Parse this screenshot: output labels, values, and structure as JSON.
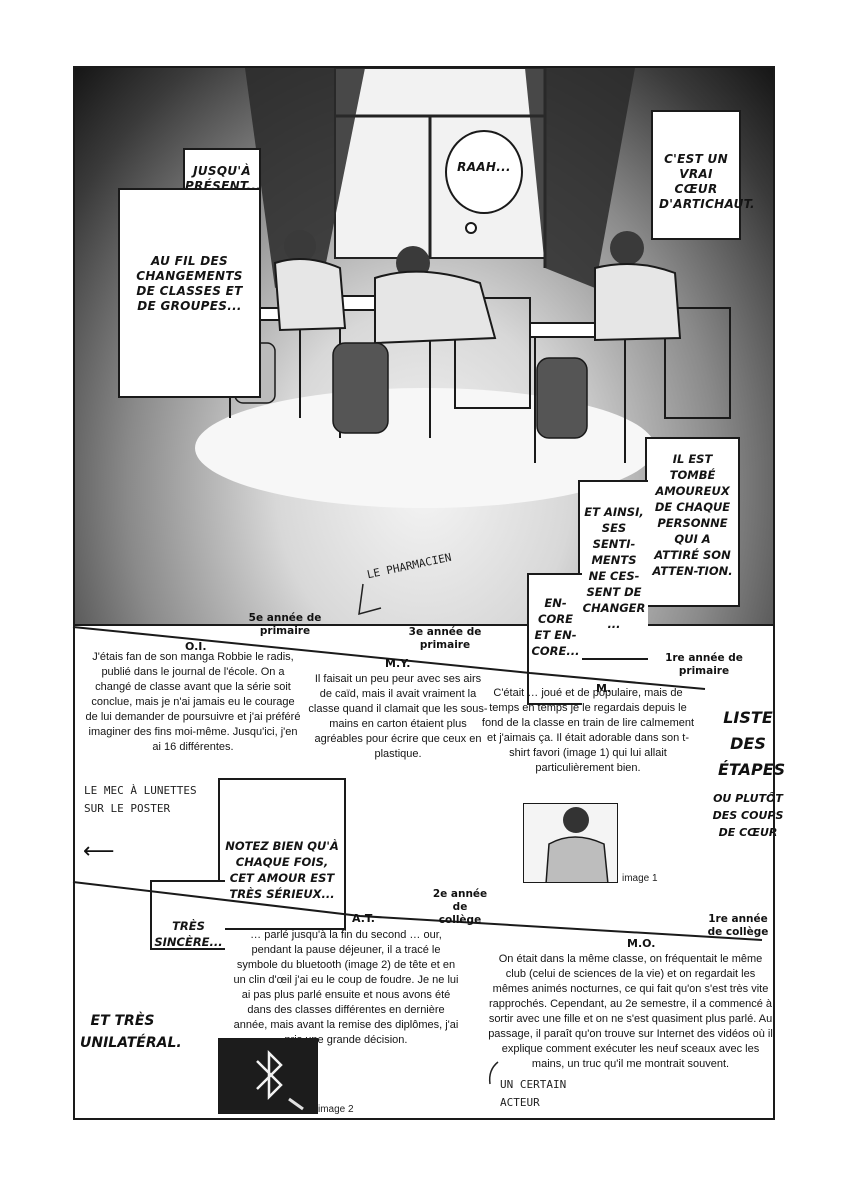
{
  "panel_top": {
    "bubble_raah": "RAAH...",
    "caption_artichaut": "C'EST UN VRAI CŒUR D'ARTICHAUT.",
    "caption_jusqua": "JUSQU'À PRÉSENT...",
    "caption_au_fil": "AU FIL DES CHANGEMENTS DE CLASSES ET DE GROUPES...",
    "caption_tombe": "IL EST TOMBÉ AMOUREUX DE CHAQUE PERSONNE QUI A ATTIRÉ SON ATTEN-TION.",
    "caption_ainsi": "ET AINSI, SES SENTI-MENTS NE CES-SENT DE CHANGER ...",
    "caption_encore": "EN-CORE ET EN-CORE..."
  },
  "note_pharmacien": "LE PHARMACIEN",
  "timeline_upper": {
    "grades": [
      {
        "label": "5e année de primaire"
      },
      {
        "label": "3e année de primaire"
      },
      {
        "label": "1re année de primaire"
      }
    ],
    "entries": [
      {
        "initials": "O.I.",
        "text": "J'étais fan de son manga Robbie le radis, publié dans le journal de l'école. On a changé de classe avant que la série soit conclue, mais je n'ai jamais eu le courage de lui demander de poursuivre et j'ai préféré imaginer des fins moi-même. Jusqu'ici, j'en ai 16 différentes."
      },
      {
        "initials": "M.Y.",
        "text": "Il faisait un peu peur avec ses airs de caïd, mais il avait vraiment la classe quand il clamait que les sous-mains en carton étaient plus agréables pour écrire que ceux en plastique."
      },
      {
        "initials": "M.",
        "text": "C'était … joué et de populaire, mais de temps en temps je le regardais depuis le fond de la classe en train de lire calmement et j'aimais ça. Il était adorable dans son t-shirt favori (image 1) qui lui allait particulièrement bien."
      }
    ]
  },
  "image1_caption": "image 1",
  "note_lunettes": "LE MEC À LUNETTES SUR LE POSTER",
  "caption_notez": "NOTEZ BIEN QU'À CHAQUE FOIS, CET AMOUR EST TRÈS SÉRIEUX...",
  "caption_sincere": "TRÈS SINCÈRE...",
  "caption_unilateral": "ET TRÈS UNILATÉRAL.",
  "title_liste": "LISTE DES ÉTAPES",
  "title_ou": "OU PLUTÔT DES COUPS DE CŒUR",
  "timeline_lower": {
    "grades": [
      {
        "label": "2e année de collège"
      },
      {
        "label": "1re année de collège"
      }
    ],
    "entries": [
      {
        "initials": "A.T.",
        "text": "… parlé jusqu'à la fin du second … our, pendant la pause déjeuner, il a tracé le symbole du bluetooth (image 2) de tête et en un clin d'œil j'ai eu le coup de foudre. Je ne lui ai pas plus parlé ensuite et nous avons été dans des classes différentes en dernière année, mais avant la remise des diplômes, j'ai pris une grande décision."
      },
      {
        "initials": "M.O.",
        "text": "On était dans la même classe, on fréquentait le même club (celui de sciences de la vie) et on regardait les mêmes animés nocturnes, ce qui fait qu'on s'est très vite rapprochés. Cependant, au 2e semestre, il a commencé à sortir avec une fille et on ne s'est quasiment plus parlé. Au passage, il paraît qu'on trouve sur Internet des vidéos où il explique comment exécuter les neuf sceaux avec les mains, un truc qu'il me montrait souvent."
      }
    ]
  },
  "image2_caption": "image 2",
  "note_acteur": "UN CERTAIN ACTEUR"
}
